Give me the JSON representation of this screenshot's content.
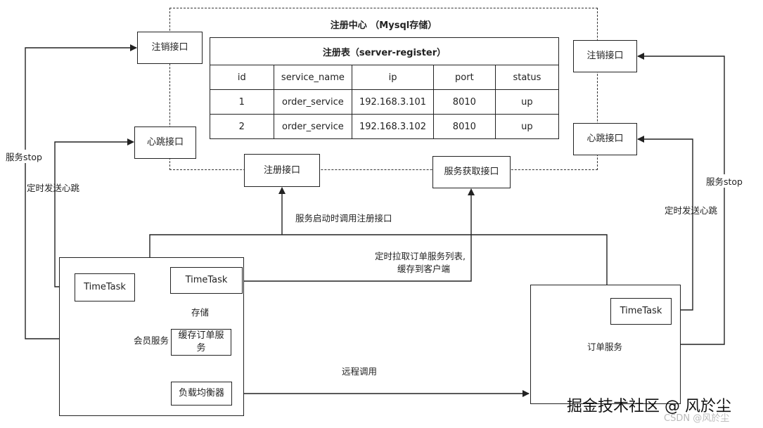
{
  "registry": {
    "title": "注册中心 （Mysql存储）",
    "table": {
      "caption": "注册表（server-register）",
      "columns": [
        "id",
        "service_name",
        "ip",
        "port",
        "status"
      ],
      "rows": [
        [
          "1",
          "order_service",
          "192.168.3.101",
          "8010",
          "up"
        ],
        [
          "2",
          "order_service",
          "192.168.3.102",
          "8010",
          "up"
        ]
      ]
    }
  },
  "boxes": {
    "deregister_left": "注销接口",
    "heartbeat_left": "心跳接口",
    "deregister_right": "注销接口",
    "heartbeat_right": "心跳接口",
    "register": "注册接口",
    "discovery": "服务获取接口",
    "member_timetask_left": "TimeTask",
    "member_timetask_right": "TimeTask",
    "cache": "缓存订单服务",
    "load_balancer": "负载均衡器",
    "order_timetask": "TimeTask",
    "order_service": "订单服务"
  },
  "labels": {
    "service_stop_left": "服务stop",
    "heartbeat_left": "定时发送心跳",
    "service_stop_right": "服务stop",
    "heartbeat_right": "定时发送心跳",
    "startup_register": "服务启动时调用注册接口",
    "pull_line1": "定时拉取订单服务列表,",
    "pull_line2": "缓存到客户端",
    "store": "存储",
    "member_service": "会员服务",
    "remote_call": "远程调用"
  },
  "watermark": {
    "main": "掘金技术社区 @ 风於尘",
    "csdn": "CSDN @风於尘"
  }
}
